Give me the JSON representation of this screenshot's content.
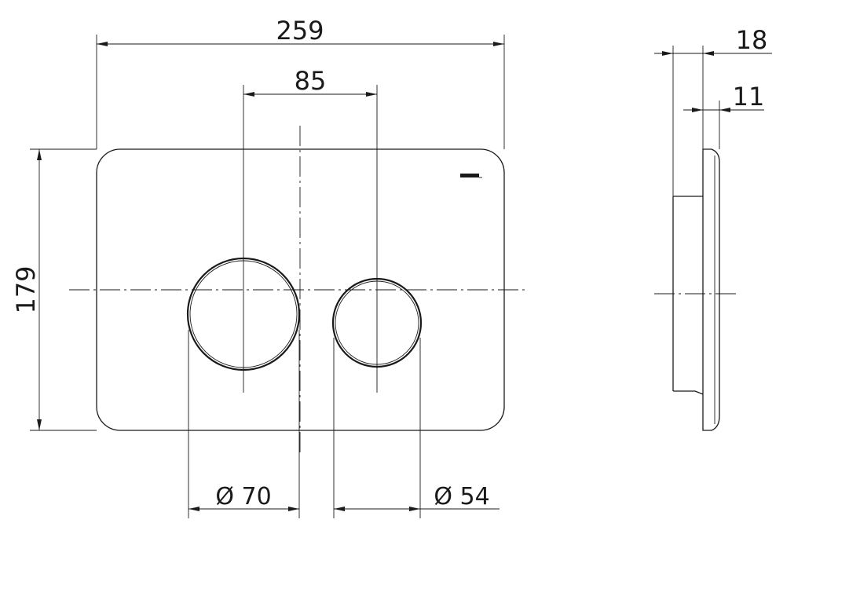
{
  "front_view": {
    "width_label": "259",
    "height_label": "179",
    "button_spacing_label": "85",
    "large_button_diameter_label": "Ø 70",
    "small_button_diameter_label": "Ø 54"
  },
  "side_view": {
    "total_depth_label": "18",
    "plate_depth_label": "11"
  }
}
